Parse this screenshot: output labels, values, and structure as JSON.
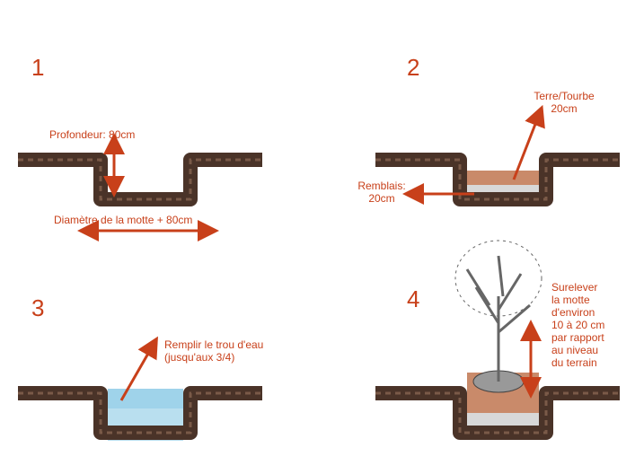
{
  "steps": [
    {
      "number": "1",
      "depth_label": "Profondeur: 80cm",
      "width_label": "Diamètre de la motte + 80cm"
    },
    {
      "number": "2",
      "soil_label_1": "Terre/Tourbe",
      "soil_label_2": "20cm",
      "fill_label_1": "Remblais:",
      "fill_label_2": "20cm"
    },
    {
      "number": "3",
      "water_label_1": "Remplir le trou d'eau",
      "water_label_2": "(jusqu'aux 3/4)"
    },
    {
      "number": "4",
      "raise_lines": [
        "Surelever",
        "la motte",
        "d'environ",
        "10 à 20 cm",
        "par rapport",
        "au niveau",
        "du terrain"
      ]
    }
  ],
  "colors": {
    "accent": "#c8401a",
    "ground": "#4a3328",
    "soil": "#c98a6a",
    "water": "#9fd3ea",
    "gravel": "#d8d8d8"
  }
}
